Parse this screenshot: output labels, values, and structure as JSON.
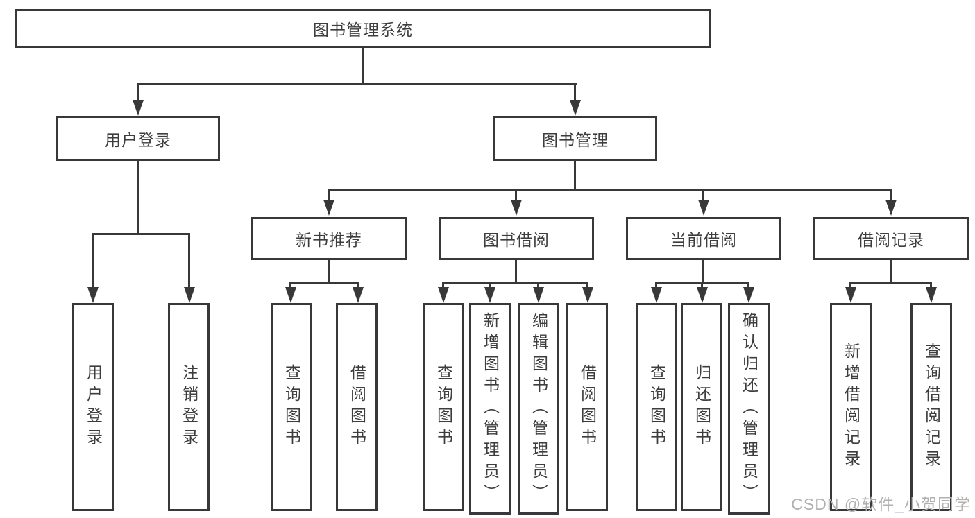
{
  "diagram": {
    "root": {
      "label": "图书管理系统"
    },
    "level2": [
      {
        "label": "用户登录"
      },
      {
        "label": "图书管理"
      }
    ],
    "level3": [
      {
        "label": "新书推荐",
        "parent": "图书管理"
      },
      {
        "label": "图书借阅",
        "parent": "图书管理"
      },
      {
        "label": "当前借阅",
        "parent": "图书管理"
      },
      {
        "label": "借阅记录",
        "parent": "图书管理"
      }
    ],
    "leaves": [
      {
        "label": "用户登录",
        "parent": "用户登录"
      },
      {
        "label": "注销登录",
        "parent": "用户登录"
      },
      {
        "label": "查询图书",
        "parent": "新书推荐"
      },
      {
        "label": "借阅图书",
        "parent": "新书推荐"
      },
      {
        "label": "查询图书",
        "parent": "图书借阅"
      },
      {
        "label": "新增图书（管理员）",
        "parent": "图书借阅"
      },
      {
        "label": "编辑图书（管理员）",
        "parent": "图书借阅"
      },
      {
        "label": "借阅图书",
        "parent": "图书借阅"
      },
      {
        "label": "查询图书",
        "parent": "当前借阅"
      },
      {
        "label": "归还图书",
        "parent": "当前借阅"
      },
      {
        "label": "确认归还（管理员）",
        "parent": "当前借阅"
      },
      {
        "label": "新增借阅记录",
        "parent": "借阅记录"
      },
      {
        "label": "查询借阅记录",
        "parent": "借阅记录"
      }
    ]
  },
  "watermark": {
    "text": "CSDN @软件_小贺同学"
  },
  "colors": {
    "line": "#383838",
    "text": "#3d3d3d",
    "watermark": "#b3b0b0",
    "background": "#ffffff"
  }
}
